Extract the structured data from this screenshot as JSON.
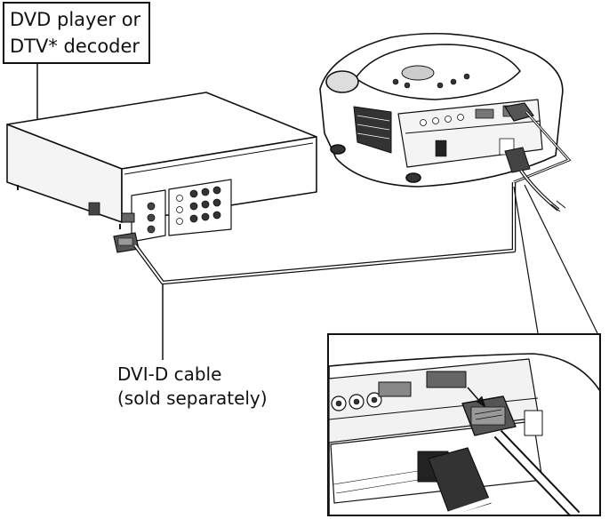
{
  "labels": {
    "source_device_line1": "DVD player or",
    "source_device_line2": "DTV* decoder",
    "cable_line1": "DVI-D cable",
    "cable_line2": "(sold separately)"
  },
  "components": {
    "source_device": "dvd-player",
    "display_device": "projector",
    "cable": "dvi-d-cable",
    "detail": "projector-dvi-port-closeup"
  },
  "colors": {
    "line": "#111111",
    "panel_shade": "#d9d9d9",
    "vent_dark": "#333333"
  }
}
